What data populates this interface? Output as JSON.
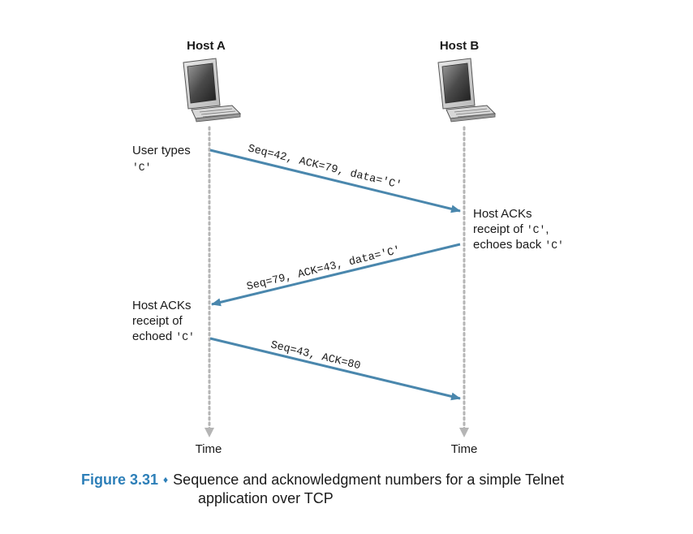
{
  "hosts": {
    "a_label": "Host A",
    "b_label": "Host B"
  },
  "notes": {
    "a1_line1": "User types",
    "a1_code": "'C'",
    "b1_line1": "Host ACKs",
    "b1_line2_text": "receipt of ",
    "b1_line2_code": "'C'",
    "b1_line2_tail": ",",
    "b1_line3_text": "echoes back ",
    "b1_line3_code": "'C'",
    "a2_line1": "Host ACKs",
    "a2_line2": "receipt of",
    "a2_line3_text": "echoed ",
    "a2_line3_code": "'C'"
  },
  "messages": {
    "m1": "Seq=42, ACK=79, data='C'",
    "m2": "Seq=79, ACK=43, data='C'",
    "m3": "Seq=43, ACK=80"
  },
  "time_labels": {
    "a": "Time",
    "b": "Time"
  },
  "caption": {
    "figure_number": "Figure 3.31",
    "separator": "♦",
    "line1": "Sequence and acknowledgment numbers for a simple Telnet",
    "line2": "application over TCP"
  },
  "icons": [
    "computer-icon",
    "diamond-icon"
  ],
  "colors": {
    "arrow": "#4a87ad",
    "figure_accent": "#2d7fb8",
    "timeline": "#b5b5b5"
  }
}
